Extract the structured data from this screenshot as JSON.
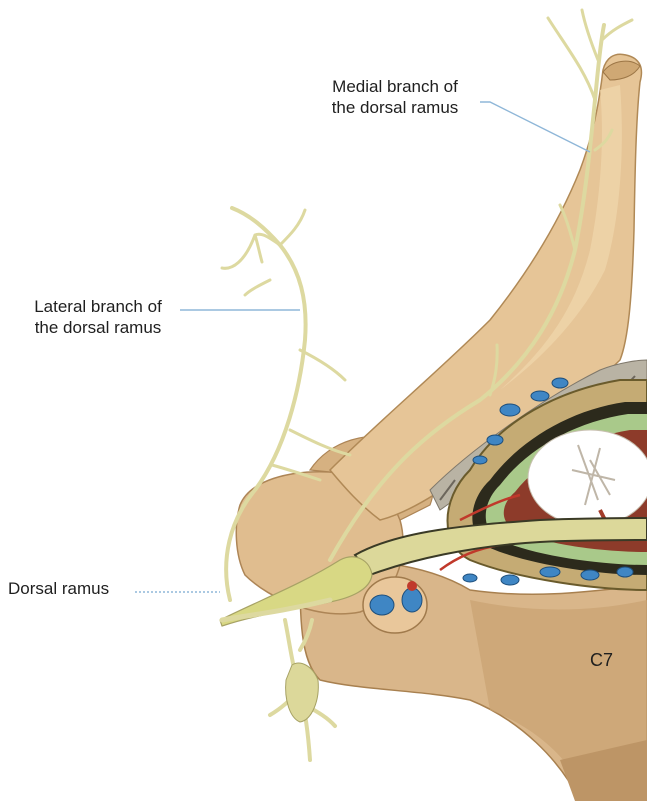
{
  "labels": {
    "medial": [
      "Medial branch of",
      "the dorsal ramus"
    ],
    "lateral": [
      "Lateral branch of",
      "the dorsal ramus"
    ],
    "dorsal": "Dorsal ramus",
    "vertebra": "C7"
  },
  "colors": {
    "bone": "#e3c195",
    "bone_shadow": "#c89f6e",
    "bone_dark": "#b38757",
    "nerve": "#ddd9a0",
    "nerve_outline": "#a7a265",
    "ganglion": "#d8d884",
    "leader_line": "#8fb7d8",
    "vessel_blue": "#3f86c4",
    "vessel_red": "#c0392b",
    "cord": "#ffffff"
  }
}
